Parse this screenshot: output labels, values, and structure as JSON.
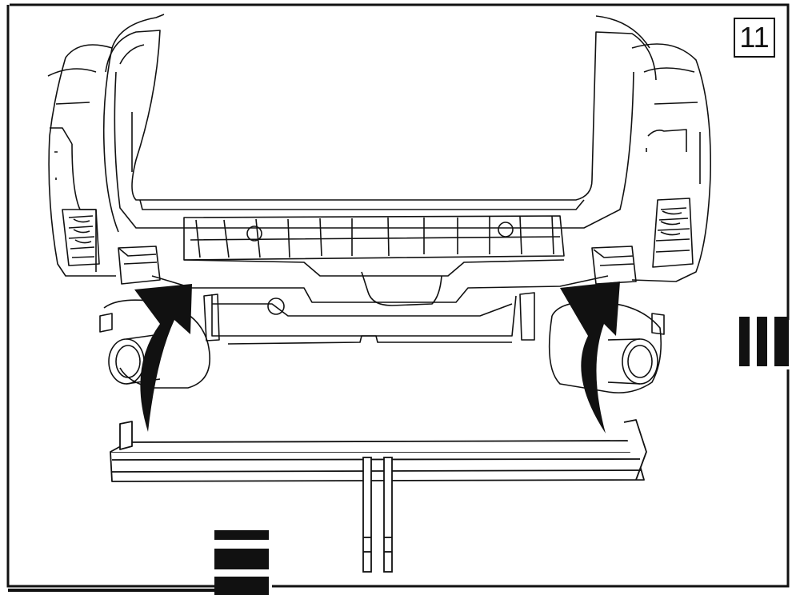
{
  "step_number": "11",
  "colors": {
    "ink": "#111111",
    "paper": "#ffffff"
  },
  "icons": [
    "mounting-arrow-left",
    "mounting-arrow-right",
    "registration-bars"
  ]
}
